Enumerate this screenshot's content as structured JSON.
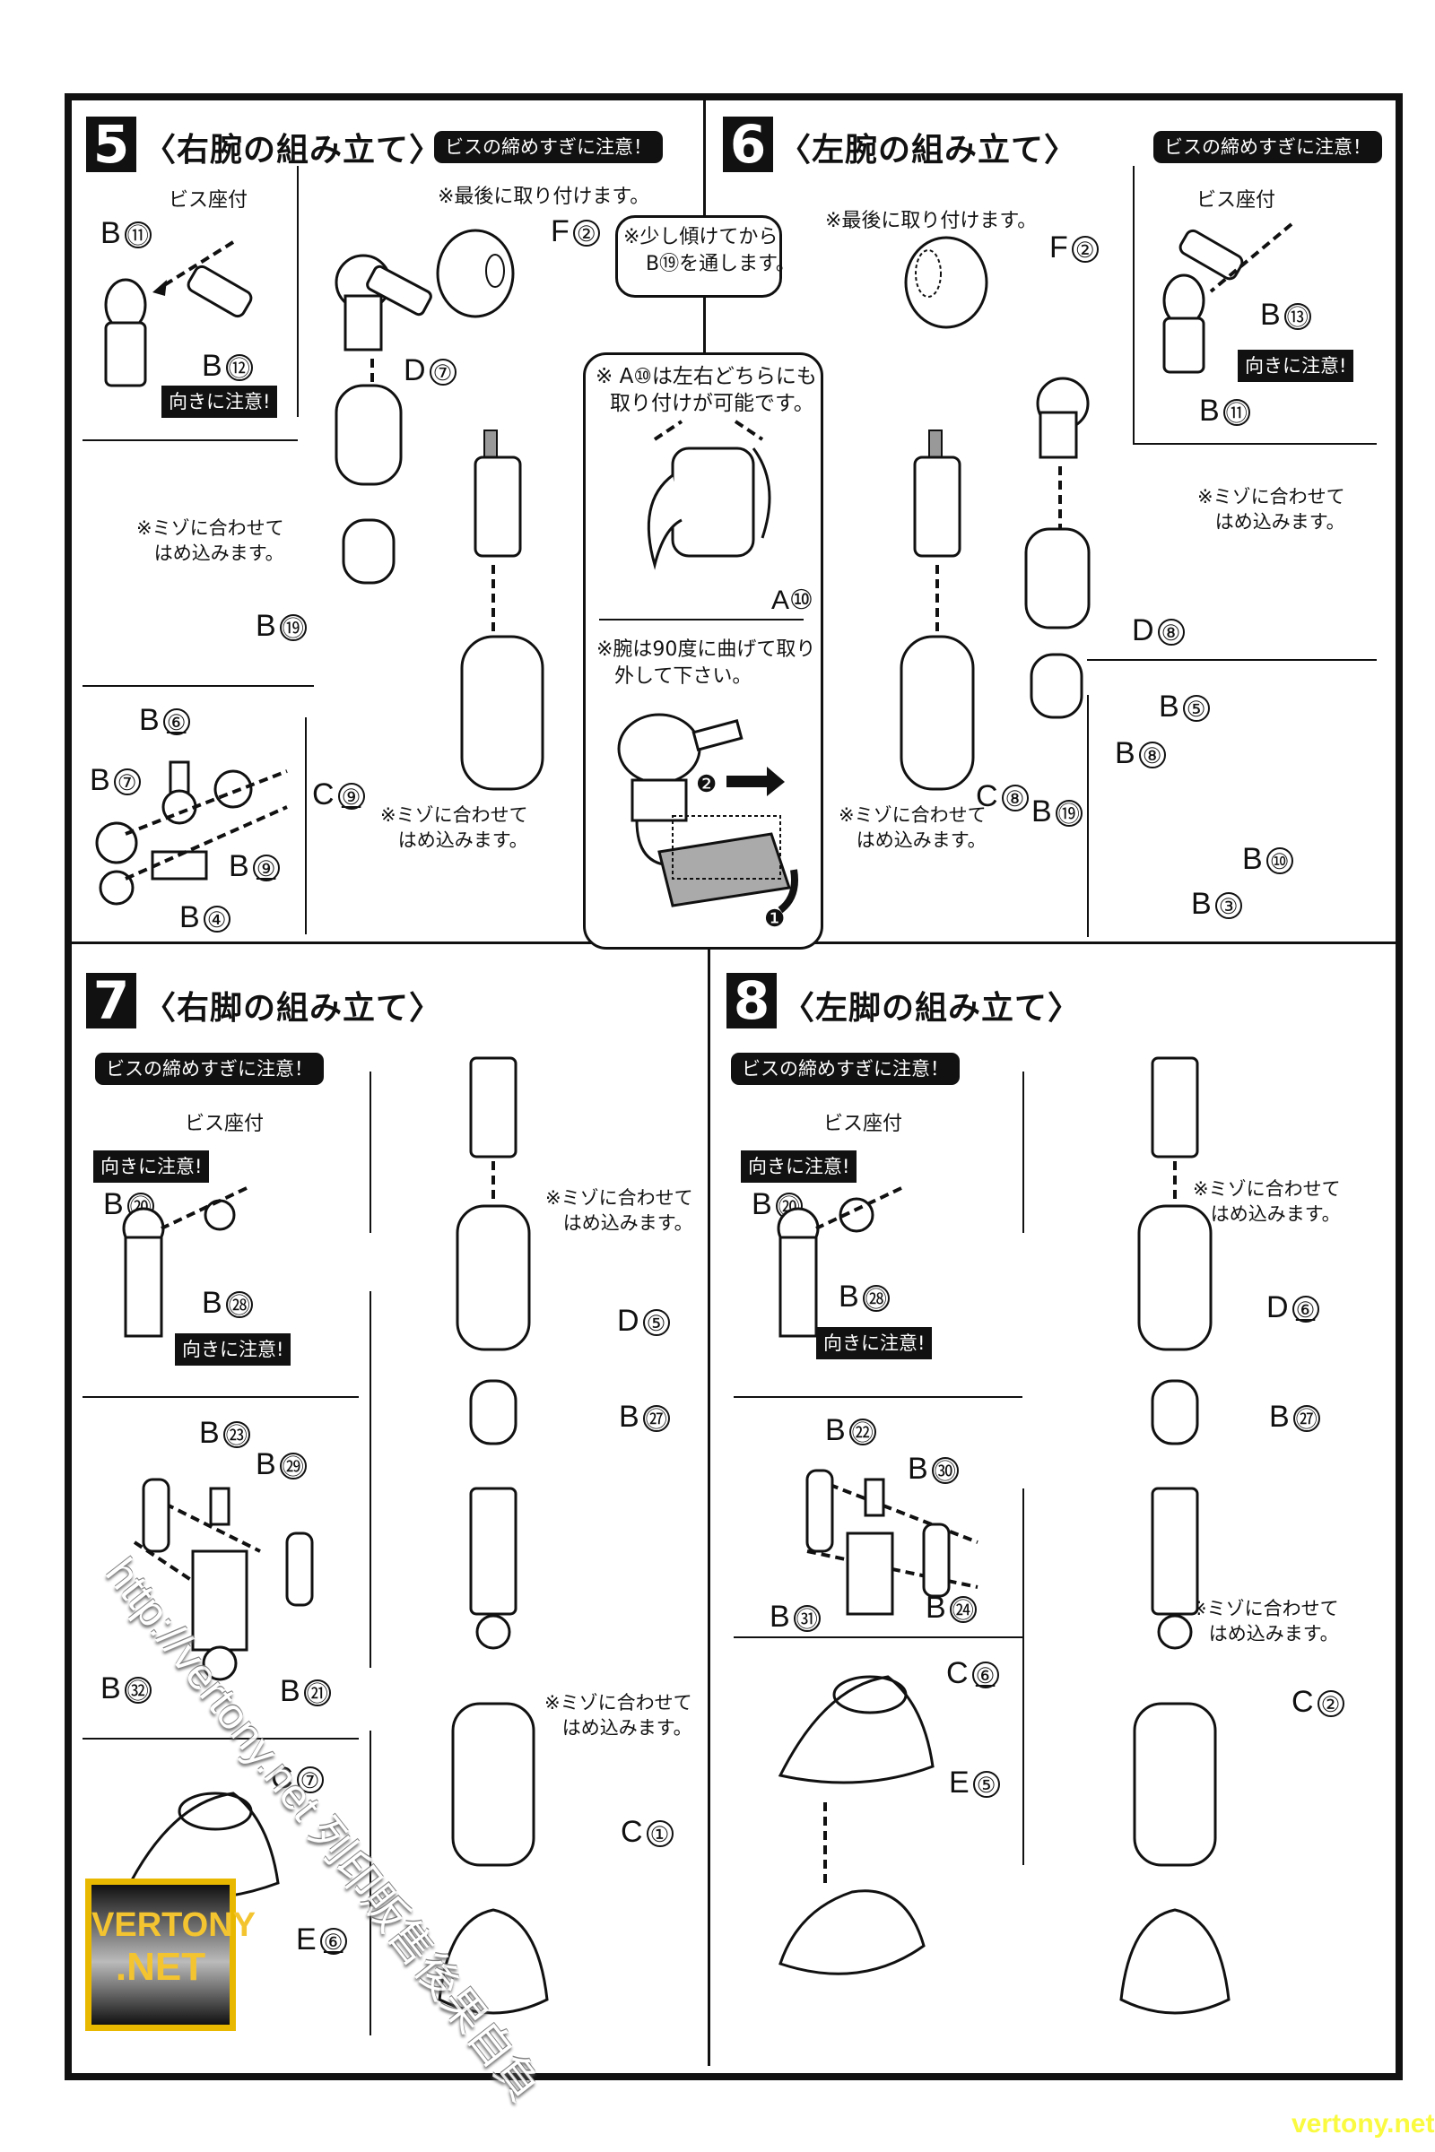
{
  "sections": [
    {
      "number": "5",
      "title": "〈右腕の組み立て〉",
      "caution_screw": "ビスの締めすぎに注意！",
      "caution_direction": "向きに注意!",
      "screw_label": "ビス座付",
      "note_last": "※最後に取り付けます。",
      "note_groove": "※ミゾに合わせて\nはめ込みます。",
      "parts": [
        {
          "letter": "B",
          "num": "⑪"
        },
        {
          "letter": "B",
          "num": "⑫"
        },
        {
          "letter": "F",
          "num": "②"
        },
        {
          "letter": "D",
          "num": "⑦"
        },
        {
          "letter": "B",
          "num": "⑲"
        },
        {
          "letter": "B",
          "num": "⑥"
        },
        {
          "letter": "B",
          "num": "⑦"
        },
        {
          "letter": "B",
          "num": "⑨"
        },
        {
          "letter": "B",
          "num": "④"
        },
        {
          "letter": "C",
          "num": "⑨"
        }
      ]
    },
    {
      "number": "6",
      "title": "〈左腕の組み立て〉",
      "caution_screw": "ビスの締めすぎに注意！",
      "caution_direction": "向きに注意!",
      "screw_label": "ビス座付",
      "note_last": "※最後に取り付けます。",
      "note_groove": "※ミゾに合わせて\nはめ込みます。",
      "parts": [
        {
          "letter": "F",
          "num": "②"
        },
        {
          "letter": "B",
          "num": "⑬"
        },
        {
          "letter": "B",
          "num": "⑪"
        },
        {
          "letter": "D",
          "num": "⑧"
        },
        {
          "letter": "C",
          "num": "⑧"
        },
        {
          "letter": "B",
          "num": "⑲"
        },
        {
          "letter": "B",
          "num": "⑤"
        },
        {
          "letter": "B",
          "num": "⑧"
        },
        {
          "letter": "B",
          "num": "⑩"
        },
        {
          "letter": "B",
          "num": "③"
        }
      ]
    },
    {
      "number": "7",
      "title": "〈右脚の組み立て〉",
      "caution_screw": "ビスの締めすぎに注意！",
      "caution_direction": "向きに注意!",
      "screw_label": "ビス座付",
      "note_groove": "※ミゾに合わせて\nはめ込みます。",
      "parts": [
        {
          "letter": "B",
          "num": "⑳"
        },
        {
          "letter": "B",
          "num": "㉘"
        },
        {
          "letter": "D",
          "num": "⑤"
        },
        {
          "letter": "B",
          "num": "㉗"
        },
        {
          "letter": "B",
          "num": "㉓"
        },
        {
          "letter": "B",
          "num": "㉙"
        },
        {
          "letter": "B",
          "num": "㉜"
        },
        {
          "letter": "B",
          "num": "㉑"
        },
        {
          "letter": "C",
          "num": "⑦"
        },
        {
          "letter": "C",
          "num": "①"
        },
        {
          "letter": "E",
          "num": "⑥"
        }
      ]
    },
    {
      "number": "8",
      "title": "〈左脚の組み立て〉",
      "caution_screw": "ビスの締めすぎに注意！",
      "caution_direction": "向きに注意!",
      "screw_label": "ビス座付",
      "note_groove": "※ミゾに合わせて\nはめ込みます。",
      "parts": [
        {
          "letter": "B",
          "num": "⑳"
        },
        {
          "letter": "B",
          "num": "㉘"
        },
        {
          "letter": "D",
          "num": "⑥"
        },
        {
          "letter": "B",
          "num": "㉗"
        },
        {
          "letter": "B",
          "num": "㉒"
        },
        {
          "letter": "B",
          "num": "㉚"
        },
        {
          "letter": "B",
          "num": "㉛"
        },
        {
          "letter": "B",
          "num": "㉔"
        },
        {
          "letter": "C",
          "num": "⑥"
        },
        {
          "letter": "C",
          "num": "②"
        },
        {
          "letter": "E",
          "num": "⑤"
        }
      ]
    }
  ],
  "center_bubble": {
    "tilt_note_line1": "※少し傾けてから",
    "tilt_note_line2": "B⑲を通します。",
    "a10_note_line1": "※ A⑩は左右どちらにも",
    "a10_note_line2": "取り付けが可能です。",
    "a10_label": "A⑩",
    "remove_note_line1": "※腕は90度に曲げて取り",
    "remove_note_line2": "外して下さい。",
    "step1": "❶",
    "step2": "❷"
  },
  "watermarks": {
    "logo_line1": "VERTONY",
    "logo_line2": ".NET",
    "diagonal": "http://vertony.net 列印販售後果自負",
    "corner": "vertony.net"
  }
}
